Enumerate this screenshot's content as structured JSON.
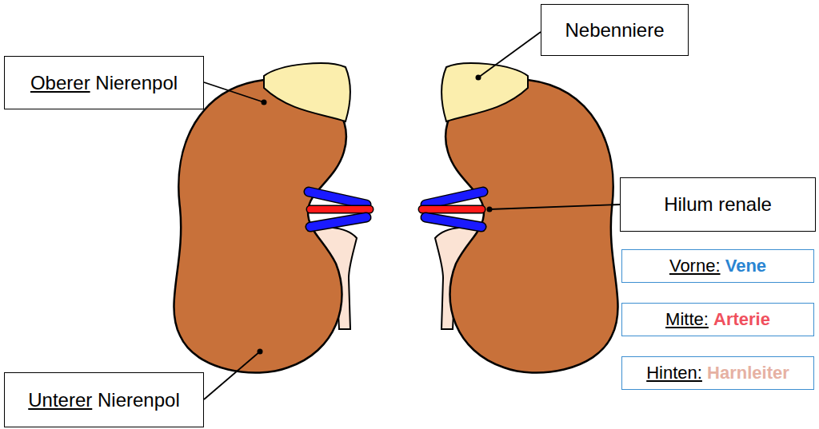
{
  "diagram": {
    "nodes": [
      {
        "text": [
          "Nebenniere"
        ]
      },
      {
        "text": [
          "Oberer",
          "Nierenpol"
        ]
      },
      {
        "text": [
          "Hilum renale"
        ]
      },
      {
        "text": [
          "Vorne:",
          "Vene"
        ]
      },
      {
        "text": [
          "Mitte:",
          "Arterie"
        ]
      },
      {
        "text": [
          "Hinten:",
          "Harnleiter"
        ]
      },
      {
        "text": [
          "Unterer",
          "Nierenpol"
        ]
      }
    ]
  }
}
